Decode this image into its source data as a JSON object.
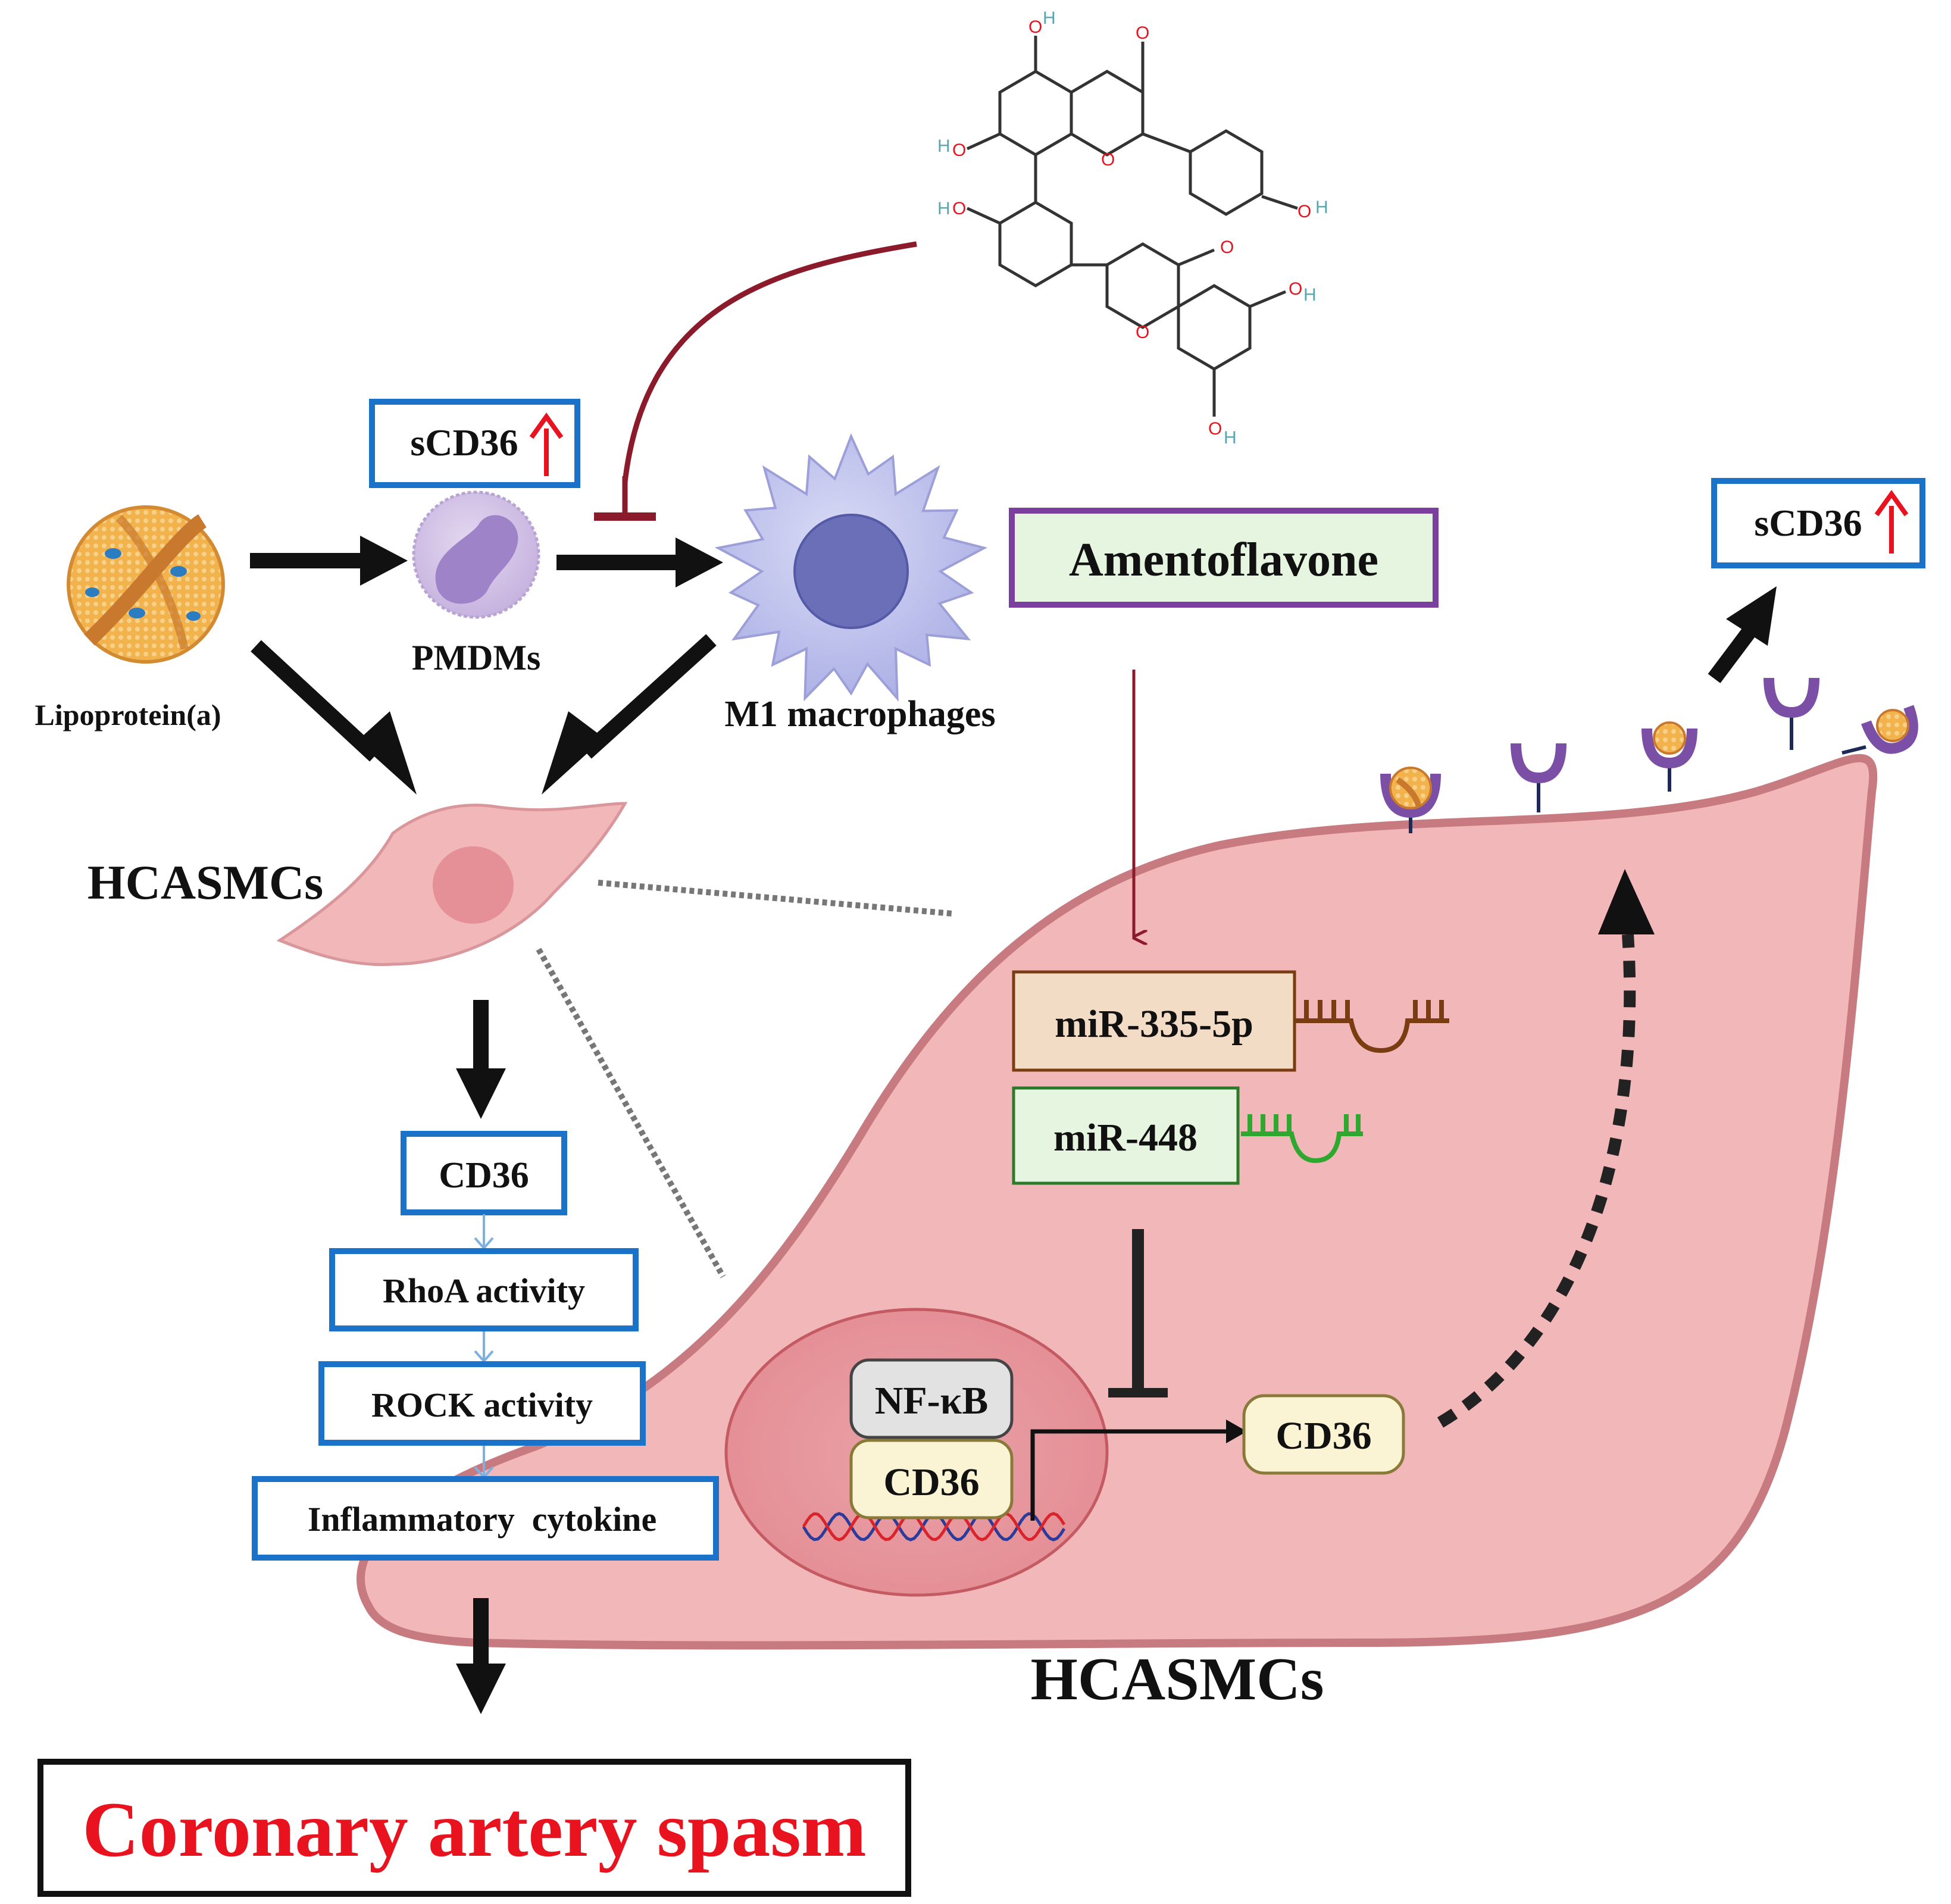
{
  "labels": {
    "lipoprotein": "Lipoprotein(a)",
    "pmdms": "PMDMs",
    "m1": "M1 macrophages",
    "hcasmcs_small": "HCASMCs",
    "hcasmcs_large": "HCASMCs",
    "amentoflavone": "Amentoflavone",
    "scd36_left": "sCD36",
    "scd36_right": "sCD36",
    "cd36_box": "CD36",
    "rhoa": "RhoA activity",
    "rock": "ROCK activity",
    "cytokine": "Inflammatory  cytokine",
    "outcome": "Coronary artery spasm",
    "mir335": "miR-335-5p",
    "mir448": "miR-448",
    "nfkb": "NF-κB",
    "cd36_nucleus": "CD36",
    "cd36_protein": "CD36"
  },
  "molecule_atoms": {
    "O": "O",
    "H": "H"
  },
  "colors": {
    "blue_box": "#1a73c9",
    "purple_box": "#7b3fa0",
    "outcome_text": "#e8131f",
    "up_arrow": "#e8131f",
    "cell_fill": "#f2b7b9",
    "cell_edge": "#c77b80",
    "inhibit_line": "#8b1a2b",
    "mir335_fill": "#f3dcc6",
    "mir448_fill": "#e6f5df",
    "mir448_strand": "#2ea82e",
    "mir335_strand": "#7a3d12"
  }
}
